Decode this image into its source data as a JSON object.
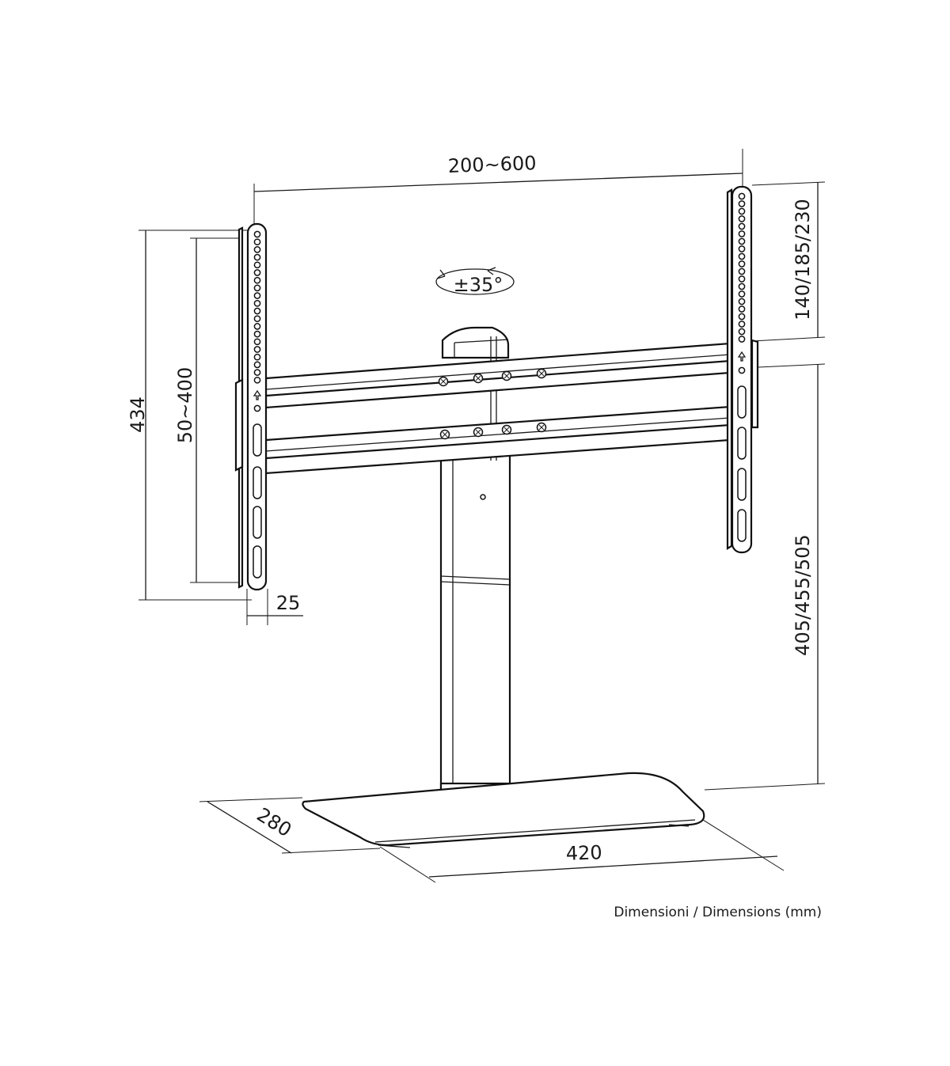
{
  "dimensions": {
    "width_range": "200~600",
    "height_total": "434",
    "vesa_vertical": "50~400",
    "depth_offset": "25",
    "column_height": "405/455/505",
    "bracket_adjust": "140/185/230",
    "rotation": "±35°",
    "base_depth": "280",
    "base_width": "420"
  },
  "caption": "Dimensioni / Dimensions (mm)",
  "colors": {
    "line": "#1a1a1a",
    "background": "#ffffff"
  }
}
